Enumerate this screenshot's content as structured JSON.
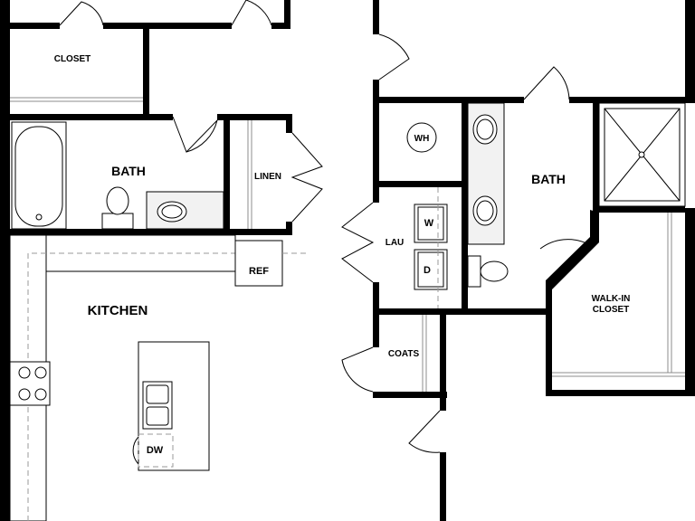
{
  "floorplan": {
    "rooms": {
      "closet": "CLOSET",
      "bath_left": "BATH",
      "linen": "LINEN",
      "ref": "REF",
      "kitchen": "KITCHEN",
      "dw": "DW",
      "wh": "WH",
      "lau": "LAU",
      "washer": "W",
      "dryer": "D",
      "bath_right": "BATH",
      "coats": "COATS",
      "walkin_line1": "WALK-IN",
      "walkin_line2": "CLOSET"
    }
  }
}
